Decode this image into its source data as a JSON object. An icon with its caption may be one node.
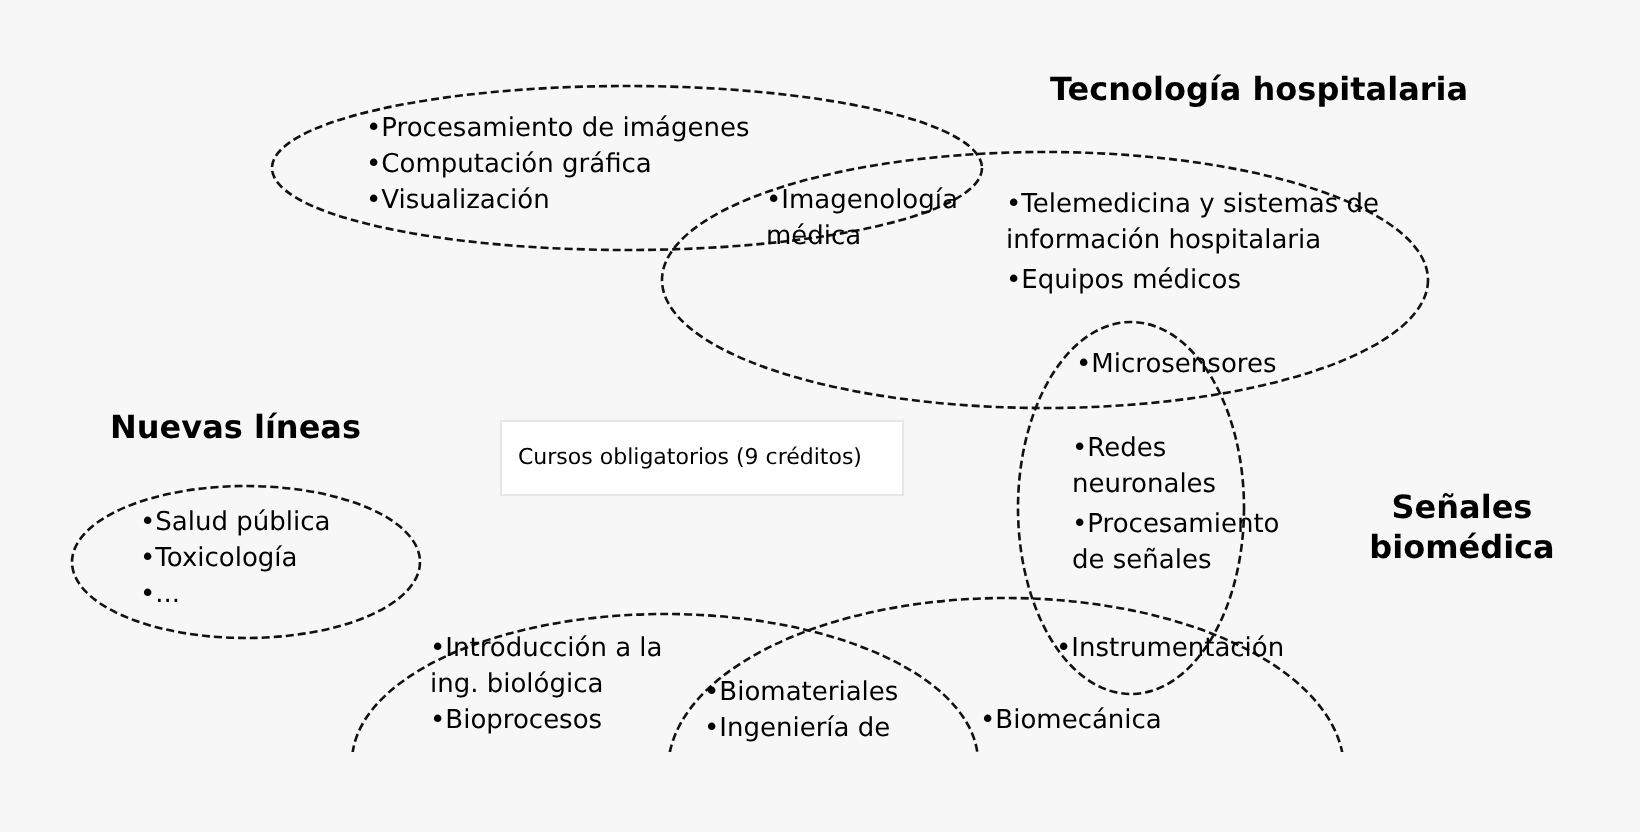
{
  "diagram": {
    "nodes": [
      {
        "text": [
          "•Procesamiento de imágenes",
          "•Computación gráfica",
          "•Visualización"
        ]
      },
      {
        "text": [
          "Tecnología hospitalaria",
          "•Telemedicina y sistemas de información hospitalaria",
          "•Equipos médicos"
        ]
      },
      {
        "text": [
          "Señales biomédica",
          "•Redes neuronales",
          "•Procesamiento de señales"
        ]
      },
      {
        "text": [
          "Nuevas líneas",
          "•Salud pública",
          "•Toxicología",
          "•..."
        ]
      },
      {
        "text": [
          "Cursos obligatorios (9 créditos)"
        ]
      },
      {
        "text": [
          "•Introducción a la ing. biológica",
          "•Bioprocesos"
        ]
      },
      {
        "text": [
          "•Biomecánica"
        ]
      }
    ],
    "edges": [],
    "labels": [
      "•Imagenología médica",
      "•Microsensores",
      "•Instrumentación",
      "•Biomateriales",
      "•Ingeniería de"
    ]
  }
}
